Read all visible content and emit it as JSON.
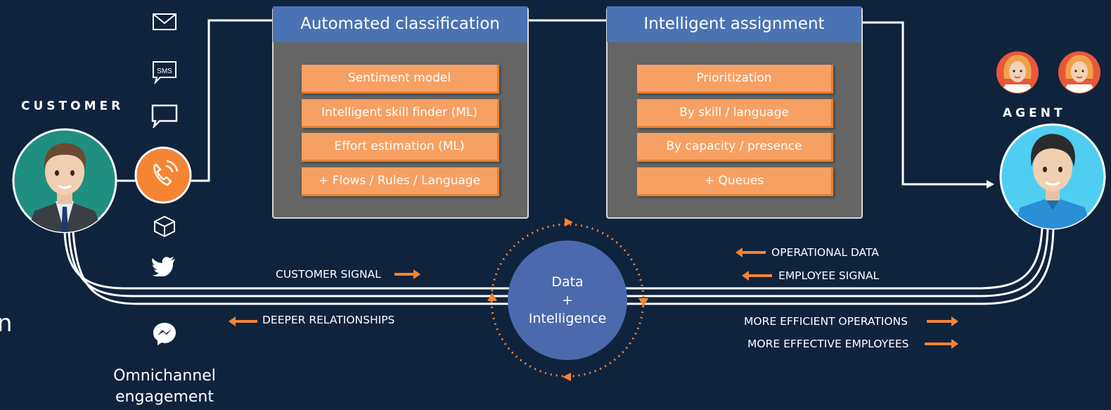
{
  "customer": {
    "label": "CUSTOMER"
  },
  "agent": {
    "label": "AGENT"
  },
  "channels": {
    "icons": [
      "mail-icon",
      "sms-icon",
      "chat-icon",
      "phone-icon",
      "box-icon",
      "twitter-icon",
      "messenger-icon"
    ],
    "sms_text": "SMS",
    "caption": "Omnichannel engagement"
  },
  "classification": {
    "title": "Automated classification",
    "items": [
      "Sentiment model",
      "Intelligent skill finder (ML)",
      "Effort estimation (ML)",
      "+ Flows / Rules / Language"
    ]
  },
  "assignment": {
    "title": "Intelligent assignment",
    "items": [
      "Prioritization",
      "By skill / language",
      "By capacity / presence",
      "+ Queues"
    ]
  },
  "center": {
    "line1": "Data",
    "line2": "+",
    "line3": "Intelligence"
  },
  "signals": {
    "customer_signal": "CUSTOMER SIGNAL",
    "deeper_relationships": "DEEPER RELATIONSHIPS",
    "operational_data": "OPERATIONAL DATA",
    "employee_signal": "EMPLOYEE SIGNAL",
    "more_efficient": "MORE EFFICIENT OPERATIONS",
    "more_effective": "MORE EFFECTIVE EMPLOYEES"
  },
  "edge_fragment": "n",
  "colors": {
    "background": "#10233d",
    "header_blue": "#4a73b3",
    "item_orange": "#f7a063",
    "arrow_orange": "#f58434",
    "panel_gray": "#656565"
  }
}
